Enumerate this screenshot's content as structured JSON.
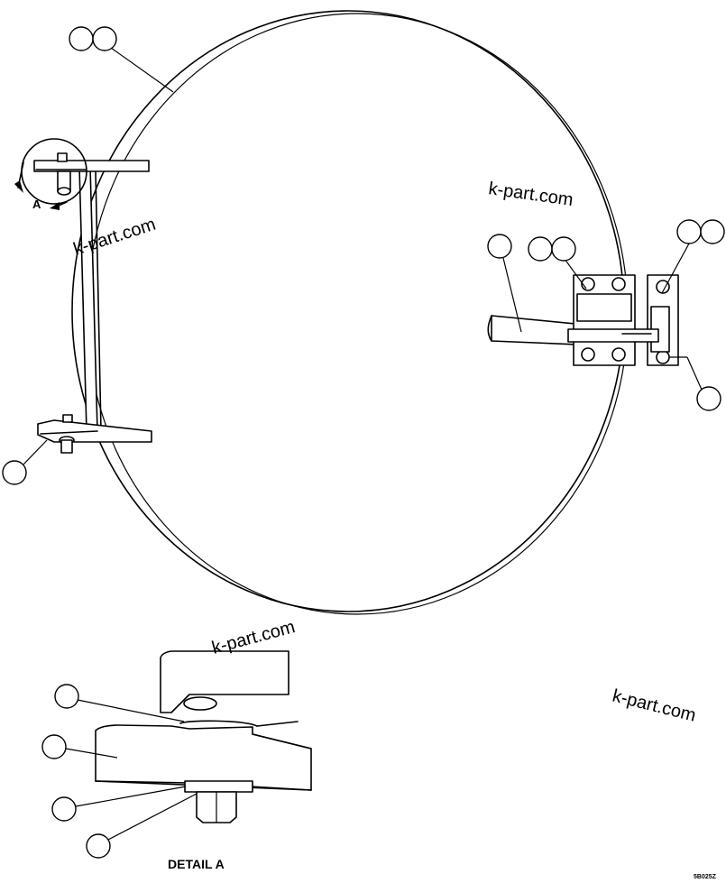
{
  "watermark": "k-part.com",
  "view_label": "A",
  "detail_title": "DETAIL A",
  "drawing_code": "5B025Z",
  "callouts": {
    "cover_callout": {
      "count": 2
    },
    "hinge_pad_callout": {
      "count": 2
    },
    "hinge_block_callout": {
      "count": 2
    },
    "latch_arm_callout": {
      "count": 1
    },
    "hinge_bottom_callout": {
      "count": 1
    },
    "lower_bracket_callout": {
      "count": 1
    },
    "detail_callouts": {
      "count": 4
    }
  }
}
